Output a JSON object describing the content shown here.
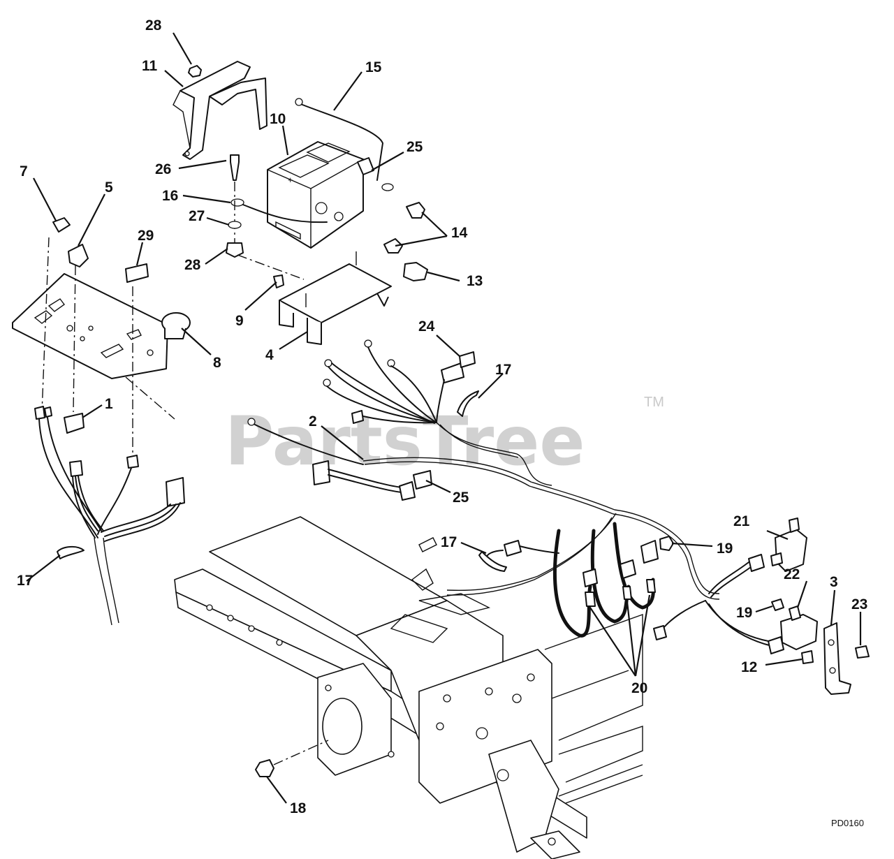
{
  "watermark": {
    "brand": "PartsTree",
    "mark": "TM"
  },
  "drawing_code": "PD0160",
  "callouts": {
    "c1": "1",
    "c2": "2",
    "c3": "3",
    "c4": "4",
    "c5": "5",
    "c7": "7",
    "c8": "8",
    "c9": "9",
    "c10": "10",
    "c11": "11",
    "c12": "12",
    "c13": "13",
    "c14": "14",
    "c15": "15",
    "c16": "16",
    "c17a": "17",
    "c17b": "17",
    "c17c": "17",
    "c18": "18",
    "c19a": "19",
    "c19b": "19",
    "c20": "20",
    "c21": "21",
    "c22": "22",
    "c23": "23",
    "c24": "24",
    "c25a": "25",
    "c25b": "25",
    "c26": "26",
    "c27": "27",
    "c28a": "28",
    "c28b": "28",
    "c29": "29"
  }
}
